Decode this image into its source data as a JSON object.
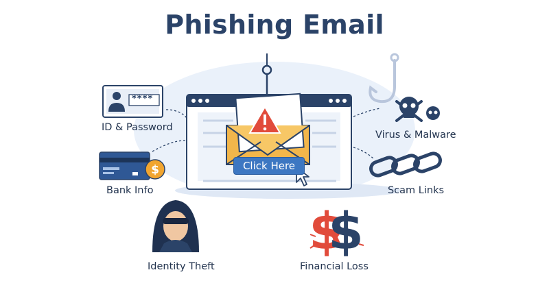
{
  "title": "Phishing Email",
  "email_button": "Click Here",
  "password_mask": "****",
  "labels": {
    "id_password": "ID & Password",
    "bank_info": "Bank Info",
    "identity_theft": "Identity Theft",
    "virus_malware": "Virus & Malware",
    "scam_links": "Scam Links",
    "financial_loss": "Financial Loss"
  },
  "icons": [
    "id-card-icon",
    "credit-card-icon",
    "dollar-coin-icon",
    "hacker-icon",
    "fishing-hook-icon",
    "skull-icon",
    "chain-link-icon",
    "broken-dollar-icon",
    "envelope-icon",
    "warning-icon",
    "cursor-icon"
  ],
  "colors": {
    "navy": "#2b4368",
    "accent_blue": "#3d77c2",
    "warning_red": "#e14b3b",
    "envelope_yellow": "#f2b64b",
    "background_blob": "#eaf1fa"
  }
}
